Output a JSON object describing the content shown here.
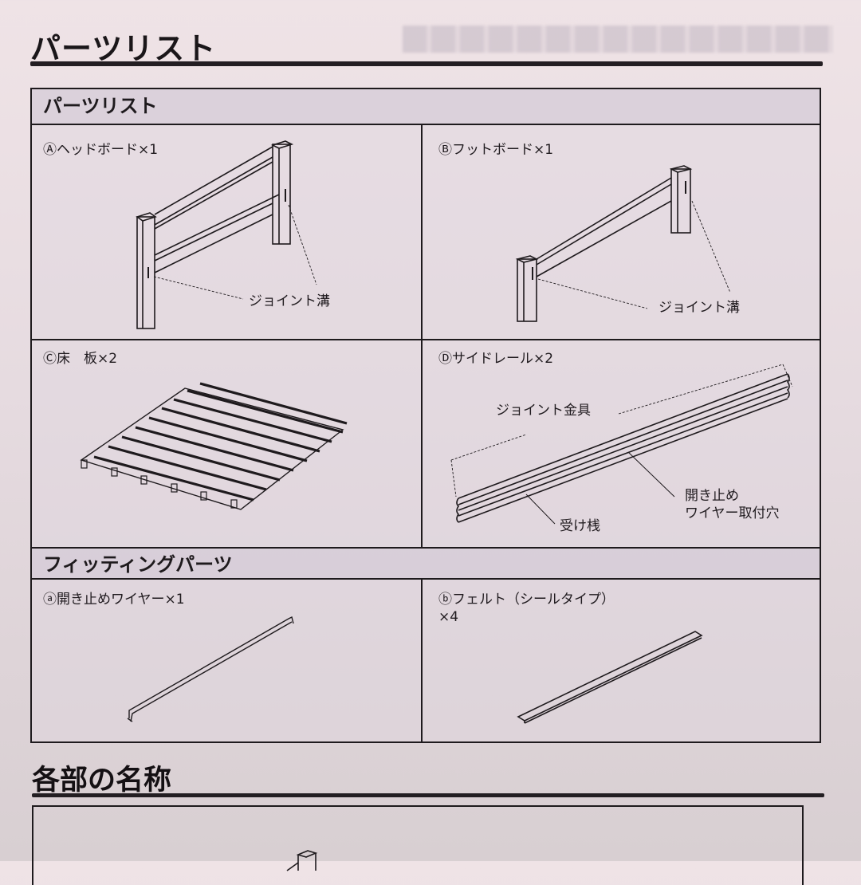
{
  "page": {
    "title": "パーツリスト",
    "section2_title": "各部の名称"
  },
  "parts_table": {
    "header": "パーツリスト",
    "items": [
      {
        "id": "A",
        "label": "Ⓐヘッドボード×1",
        "callouts": [
          "ジョイント溝"
        ]
      },
      {
        "id": "B",
        "label": "Ⓑフットボード×1",
        "callouts": [
          "ジョイント溝"
        ]
      },
      {
        "id": "C",
        "label": "Ⓒ床　板×2",
        "callouts": []
      },
      {
        "id": "D",
        "label": "Ⓓサイドレール×2",
        "callouts": [
          "ジョイント金具",
          "開き止め\nワイヤー取付穴",
          "受け桟"
        ]
      }
    ]
  },
  "fitting_table": {
    "header": "フィッティングパーツ",
    "items": [
      {
        "id": "a",
        "label": "ⓐ開き止めワイヤー×1"
      },
      {
        "id": "b",
        "label": "ⓑフェルト（シールタイプ）\n×4"
      }
    ]
  },
  "colors": {
    "paper": "#e9dfe3",
    "ink": "#1e1a1d"
  }
}
